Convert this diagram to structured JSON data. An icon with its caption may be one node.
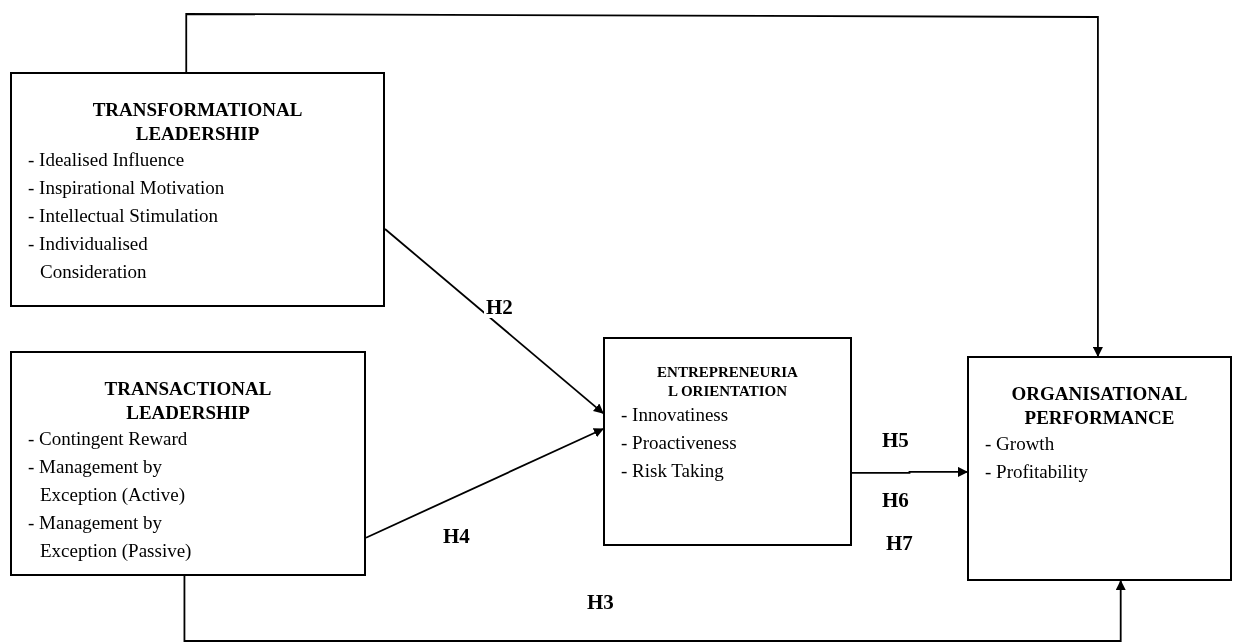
{
  "diagram": {
    "nodes": [
      {
        "text": [
          "TRANSFORMATIONAL LEADERSHIP",
          "- Idealised Influence",
          "- Inspirational Motivation",
          "- Intellectual Stimulation",
          "- Individualised Consideration"
        ]
      },
      {
        "text": [
          "TRANSACTIONAL LEADERSHIP",
          "- Contingent Reward",
          "- Management by Exception (Active)",
          "- Management by Exception (Passive)"
        ]
      },
      {
        "text": [
          "ENTREPRENEURIA L ORIENTATION",
          "- Innovatiness",
          "- Proactiveness",
          "- Risk Taking"
        ]
      },
      {
        "text": [
          "ORGANISATIONAL PERFORMANCE",
          "- Growth",
          "- Profitability"
        ]
      }
    ],
    "edges": [
      {
        "from": 0,
        "to": 3,
        "arrow": "to"
      },
      {
        "from": 0,
        "to": 2,
        "arrow": "to",
        "label": "H2"
      },
      {
        "from": 1,
        "to": 2,
        "arrow": "to",
        "label": "H4"
      },
      {
        "from": 2,
        "to": 3,
        "arrow": "to",
        "label": "H5"
      },
      {
        "from": 1,
        "to": 3,
        "arrow": "to",
        "label": "H3"
      }
    ],
    "labels": [
      "H6",
      "H7"
    ]
  }
}
